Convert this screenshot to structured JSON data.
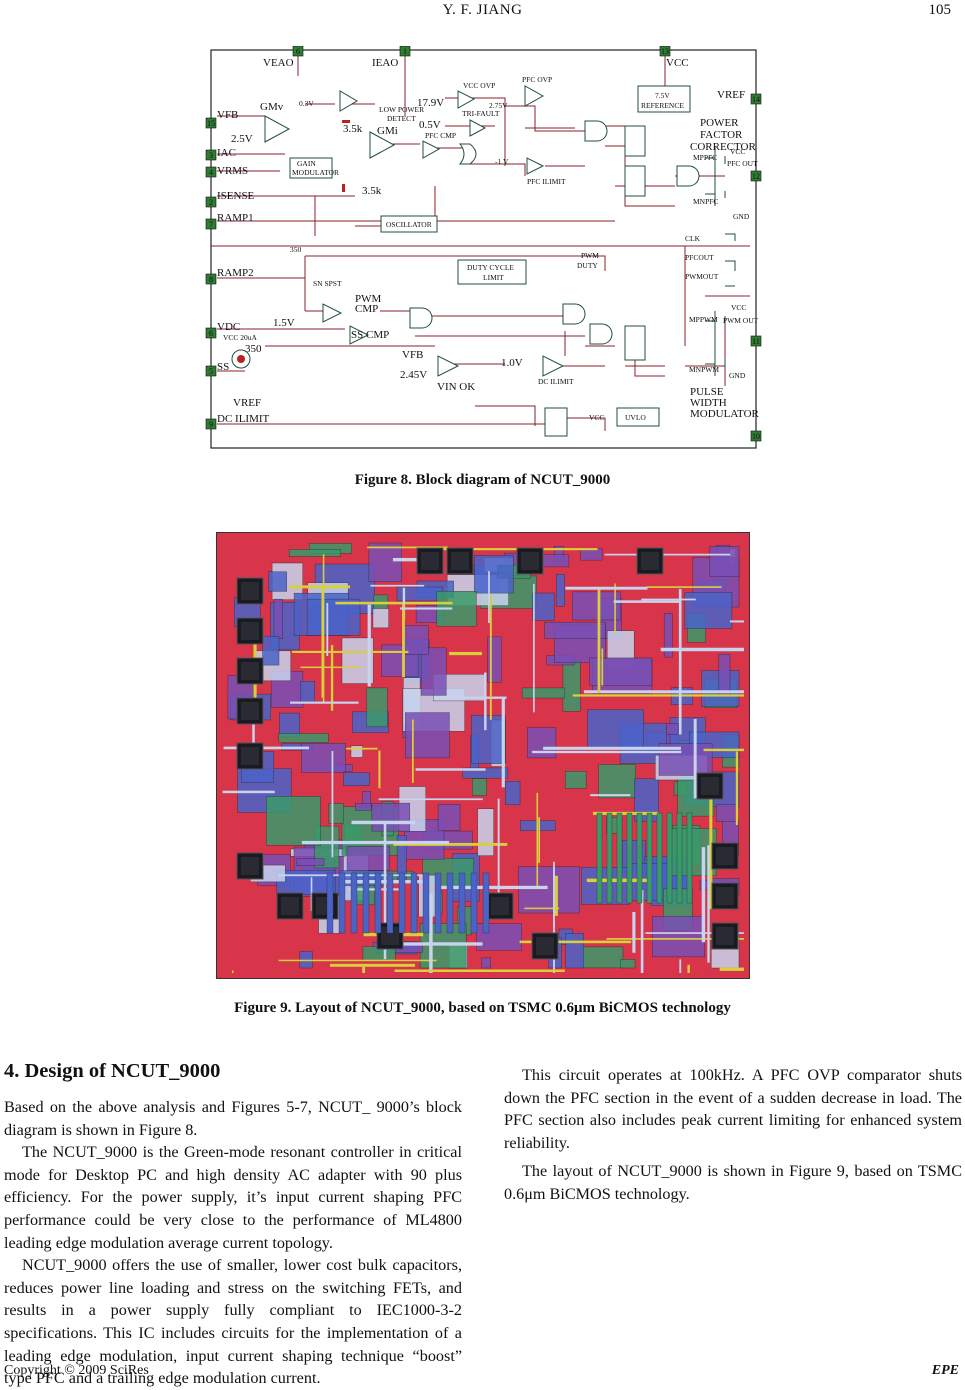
{
  "header": {
    "author": "Y. F. JIANG",
    "page_number": "105"
  },
  "figure8": {
    "caption": "Figure 8. Block diagram of NCUT_9000",
    "pins": [
      "6",
      "1",
      "13",
      "14",
      "15",
      "3",
      "4",
      "2",
      "7",
      "8",
      "6",
      "5",
      "9",
      "12",
      "11",
      "10"
    ],
    "labels": {
      "veao": "VEAO",
      "ieao": "IEAO",
      "vcc": "VCC",
      "vref": "VREF",
      "vfb": "VFB",
      "v25": "2.5V",
      "iac": "IAC",
      "vrms": "VRMS",
      "isense": "ISENSE",
      "ramp1": "RAMP1",
      "ramp2": "RAMP2",
      "vdc": "VDC",
      "ss": "SS",
      "vref2": "VREF",
      "dc_ilimit": "DC ILIMIT",
      "gmv": "GMv",
      "gmi": "GMi",
      "r35k_a": "3.5k",
      "r35k_b": "3.5k",
      "v03": "0.3V",
      "low_power": "LOW POWER",
      "detect": "DETECT",
      "gain_mod_1": "GAIN",
      "gain_mod_2": "MODULATOR",
      "vcc_ovp": "VCC OVP",
      "v179": "17.9V",
      "v05": "0.5V",
      "tri_fault": "TRI-FAULT",
      "v275": "2.75V",
      "pfc_ovp": "PFC OVP",
      "pfc_cmp": "PFC CMP",
      "neg1v": "-1 V",
      "pfc_ilimit": "PFC ILIMIT",
      "ref_75": "7.5V",
      "reference": "REFERENCE",
      "pfc_1": "POWER",
      "pfc_2": "FACTOR",
      "pfc_3": "CORRECTOR",
      "mppfc": "MPPFC",
      "mnpfc": "MNPFC",
      "vcc_s": "VCC",
      "pfc_out": "PFC OUT",
      "gnd": "GND",
      "oscillator": "OSCILLATOR",
      "clk": "CLK",
      "pfcout": "PFCOUT",
      "pwmout": "PWMOUT",
      "duty_1": "DUTY CYCLE",
      "duty_2": "LIMIT",
      "pwm_duty_1": "PWM",
      "pwm_duty_2": "DUTY",
      "r350_a": "350",
      "spst": "SN SPST",
      "pwm": "PWM",
      "cmp": "CMP",
      "v15": "1.5V",
      "vcc20": "VCC 20uA",
      "r350_b": "350",
      "ss_cmp": "SS CMP",
      "vfb2": "VFB",
      "v245": "2.45V",
      "vin_ok": "VIN OK",
      "v10": "1.0V",
      "dc_ilimit2": "DC ILIMIT",
      "mppwm": "MPPWM",
      "mnpwm": "MNPWM",
      "pwm_out": "PWM OUT",
      "vcc2": "VCC",
      "gnd2": "GND",
      "uvlo": "UVLO",
      "vcc3": "VCC",
      "pwm_mod_1": "PULSE",
      "pwm_mod_2": "WIDTH",
      "pwm_mod_3": "MODULATOR"
    },
    "colors": {
      "wire": "#8a1f2b",
      "box": "#1f4f3a",
      "outline": "#222222"
    }
  },
  "figure9": {
    "caption": "Figure 9. Layout of NCUT_9000, based on TSMC 0.6μm BiCMOS technology",
    "colors": {
      "substrate": "#d8344a",
      "metal1": "#4a63c9",
      "metal2": "#7a4fb5",
      "poly": "#3a9a6a",
      "pad": "#1a1a22",
      "diff": "#d8cf3a",
      "light": "#c8d4ee"
    }
  },
  "section": {
    "title": "4. Design of NCUT_9000"
  },
  "paragraphs": {
    "p1": "Based on the above analysis and Figures 5-7, NCUT_ 9000’s block diagram is shown in Figure 8.",
    "p2": "The NCUT_9000 is the Green-mode resonant controller in critical mode for Desktop PC and high density AC adapter with 90 plus efficiency. For the power supply, it’s input current shaping PFC performance could be very close to the performance of ML4800 leading edge modulation average current topology.",
    "p3": "NCUT_9000 offers the use of smaller, lower cost bulk capacitors, reduces power line loading and stress on the switching FETs, and results in a power supply fully compliant to IEC1000-3-2 specifications. This IC includes circuits for the implementation of a leading edge modulation, input current shaping technique “boost” type PFC and a trailing edge modulation current.",
    "p4": "This circuit operates at 100kHz. A PFC OVP comparator shuts down the PFC section in the event of a sudden decrease in load. The PFC section also includes peak current limiting for enhanced system reliability.",
    "p5": "The layout of NCUT_9000 is shown in Figure 9, based on TSMC 0.6μm BiCMOS technology."
  },
  "footer": {
    "copyright": "Copyright © 2009 SciRes",
    "journal": "EPE"
  }
}
